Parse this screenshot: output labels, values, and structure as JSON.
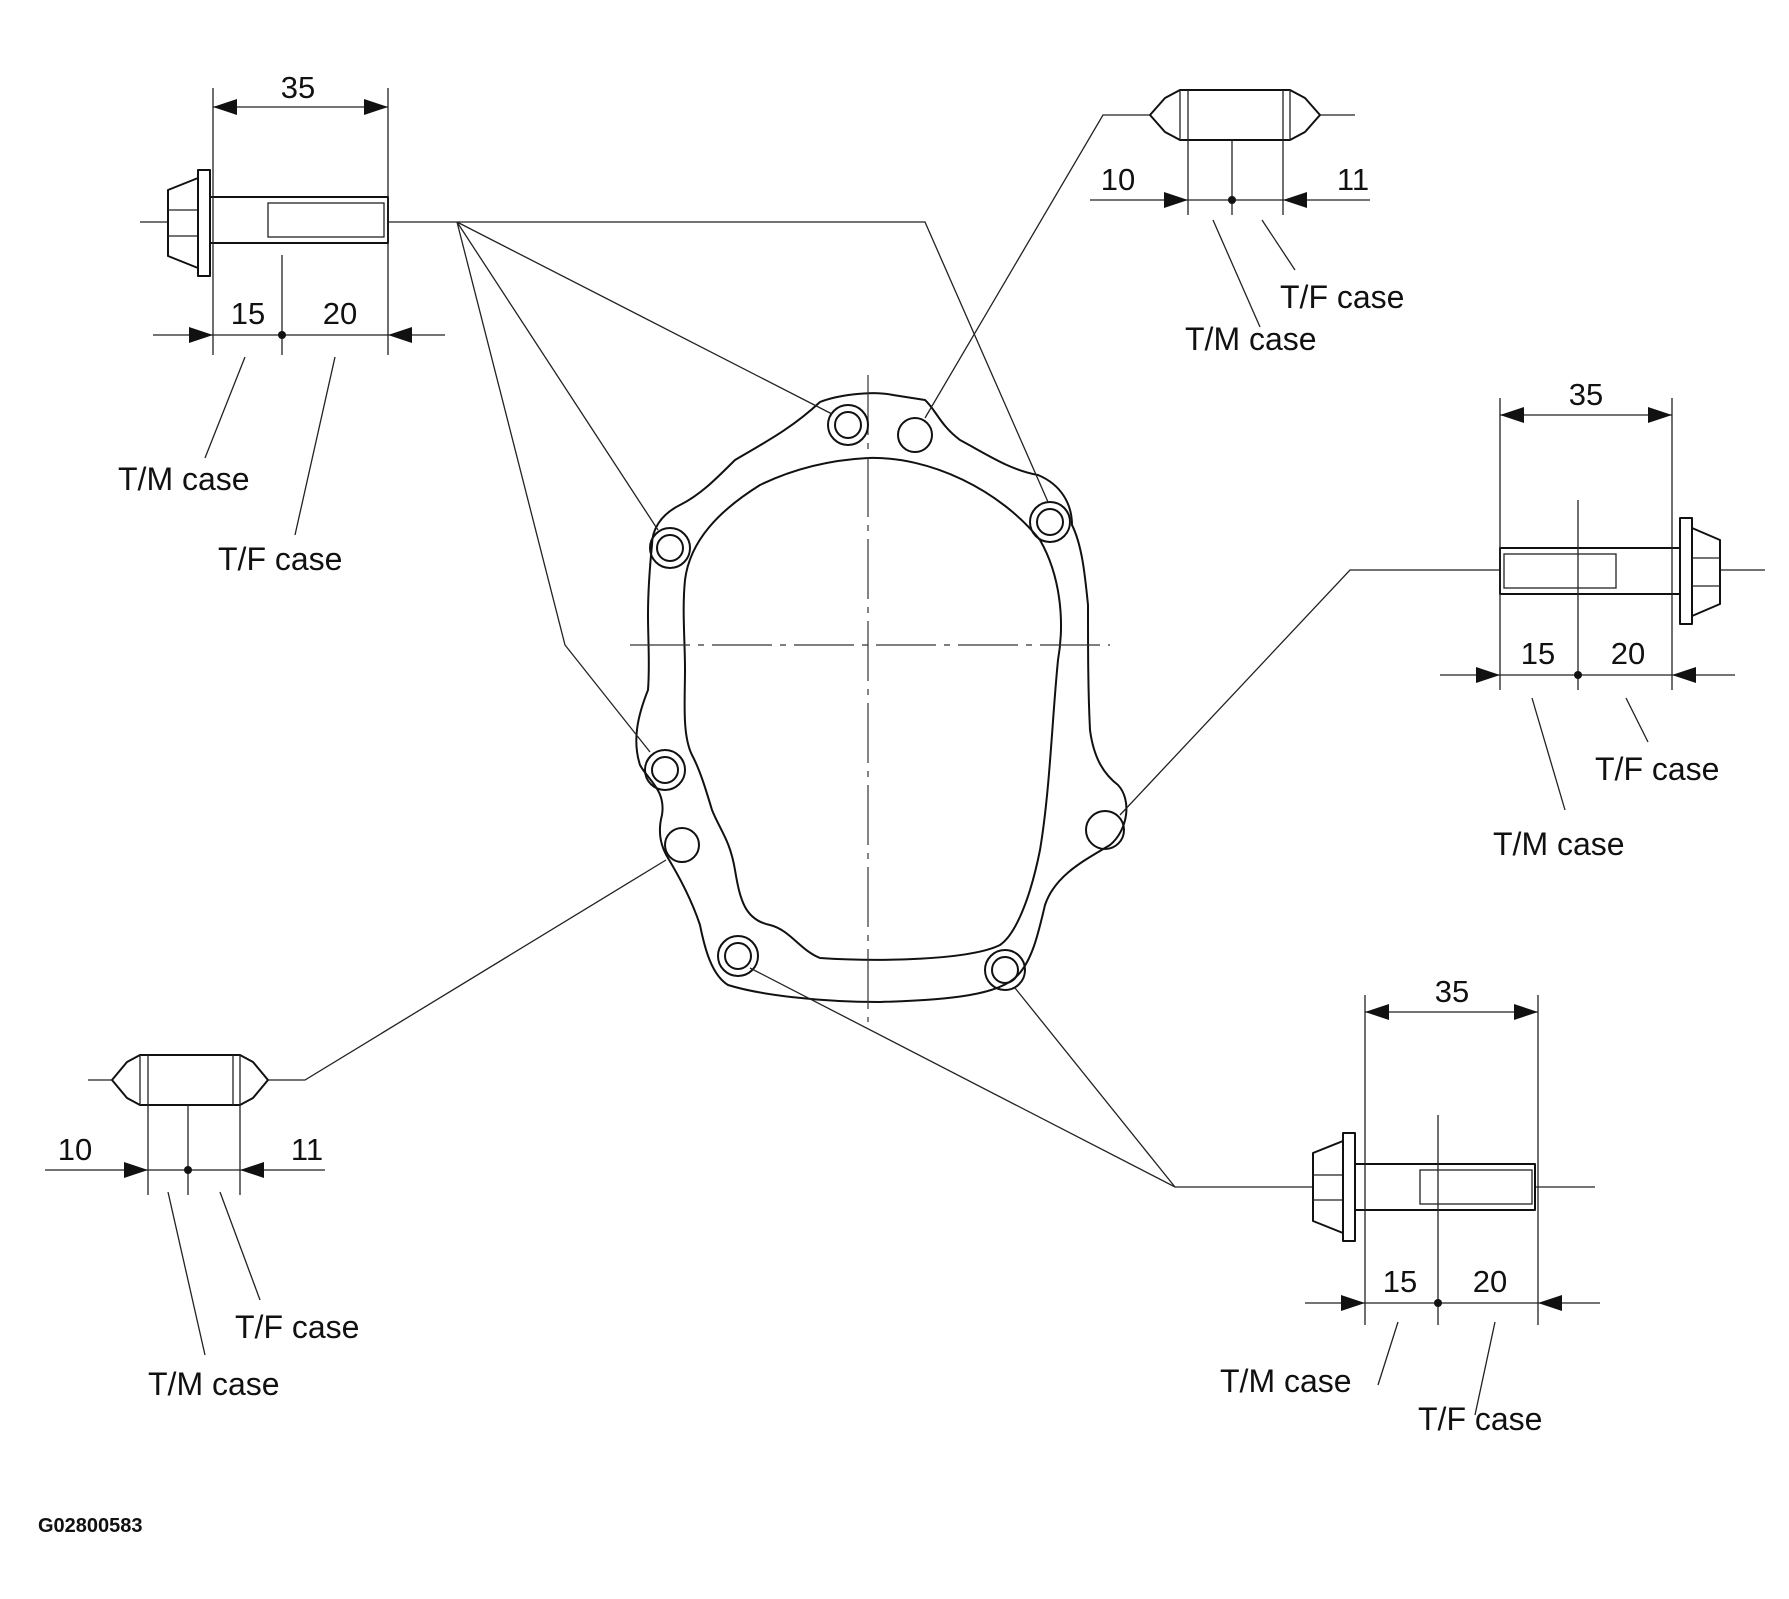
{
  "figure_code": "G02800583",
  "colors": {
    "line": "#111111",
    "background": "#ffffff"
  },
  "callouts": {
    "top_left_bolt": {
      "total": "35",
      "tm_depth": "15",
      "tf_depth": "20",
      "tm_label": "T/M case",
      "tf_label": "T/F case"
    },
    "top_right_pin": {
      "tm_depth": "10",
      "tf_depth": "11",
      "tm_label": "T/M case",
      "tf_label": "T/F case"
    },
    "right_bolt": {
      "total": "35",
      "tm_depth": "15",
      "tf_depth": "20",
      "tm_label": "T/M case",
      "tf_label": "T/F case"
    },
    "bottom_left_pin": {
      "tm_depth": "10",
      "tf_depth": "11",
      "tm_label": "T/M case",
      "tf_label": "T/F case"
    },
    "bottom_right_bolt": {
      "total": "35",
      "tm_depth": "15",
      "tf_depth": "20",
      "tm_label": "T/M case",
      "tf_label": "T/F case"
    }
  }
}
